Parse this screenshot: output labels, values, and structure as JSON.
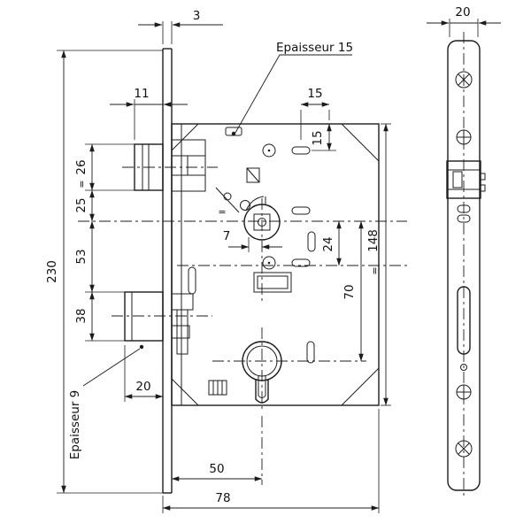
{
  "drawing": {
    "type": "technical-drawing",
    "subject": "mortise-lock-dimension-drawing",
    "background_color": "#ffffff",
    "line_color": "#1c1c1c",
    "views": [
      "front-view-lock-case",
      "side-view-faceplate"
    ]
  },
  "labels": {
    "faceplate_thickness": "3",
    "side_plate_width": "20",
    "callout_top": "Epaisseur 15",
    "callout_left": "Epaisseur 9",
    "latch_projection": "11",
    "top_offset_h": "15",
    "top_offset_v": "15",
    "latch_height": "26",
    "latch_to_follower_axis": "25",
    "faceplate_height": "230",
    "follower_to_bolt": "53",
    "bolt_height": "38",
    "follower_offset": "7",
    "axis_spacing_small": "24",
    "case_height": "148",
    "centre_distance": "70",
    "bolt_projection": "20",
    "backset": "50",
    "case_depth": "78",
    "equals_mark": "="
  }
}
